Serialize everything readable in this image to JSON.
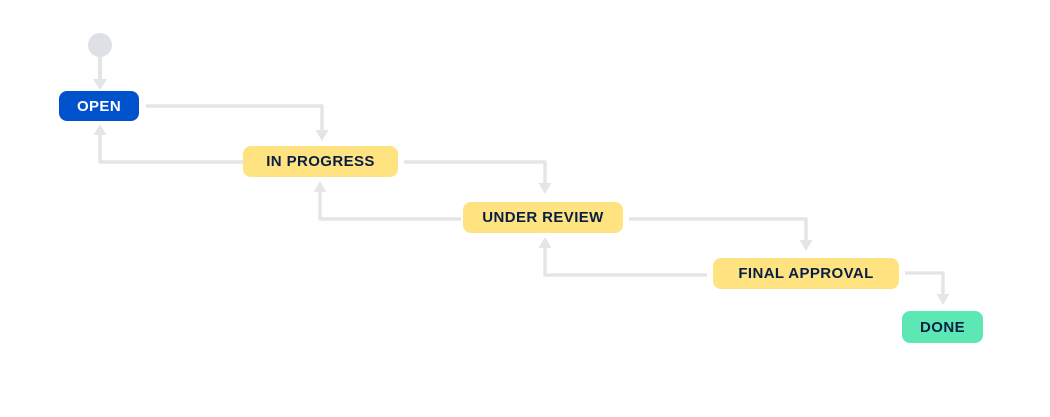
{
  "workflow": {
    "background_color": "#FFFFFF",
    "connector_color": "#E3E5E9",
    "start_node": {
      "icon": "circle-icon",
      "color": "#DDE0E5"
    },
    "statuses": [
      {
        "id": "open",
        "label": "OPEN",
        "color": "#0052CC",
        "text_color": "#FFFFFF"
      },
      {
        "id": "in-progress",
        "label": "IN PROGRESS",
        "color": "#FFE381",
        "text_color": "#091E42"
      },
      {
        "id": "under-review",
        "label": "UNDER REVIEW",
        "color": "#FFE381",
        "text_color": "#091E42"
      },
      {
        "id": "final-approval",
        "label": "FINAL APPROVAL",
        "color": "#FFE381",
        "text_color": "#091E42"
      },
      {
        "id": "done",
        "label": "DONE",
        "color": "#5CE8B4",
        "text_color": "#091E42"
      }
    ],
    "transitions": [
      {
        "from": "start",
        "to": "open"
      },
      {
        "from": "open",
        "to": "in-progress"
      },
      {
        "from": "in-progress",
        "to": "open"
      },
      {
        "from": "in-progress",
        "to": "under-review"
      },
      {
        "from": "under-review",
        "to": "in-progress"
      },
      {
        "from": "under-review",
        "to": "final-approval"
      },
      {
        "from": "final-approval",
        "to": "under-review"
      },
      {
        "from": "final-approval",
        "to": "done"
      }
    ]
  }
}
